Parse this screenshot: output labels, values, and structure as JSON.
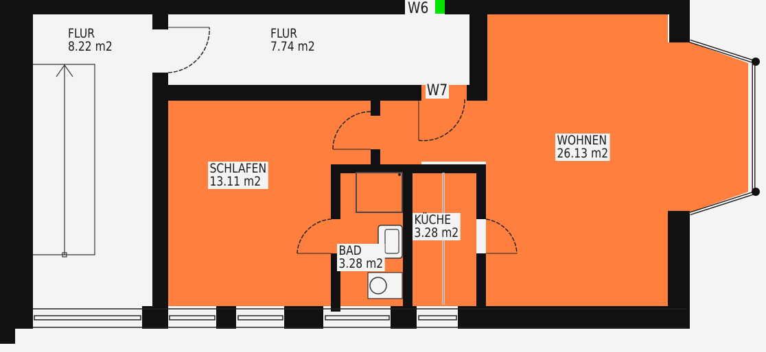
{
  "plan": {
    "colors": {
      "wall": "#111111",
      "room_fill": "#fe7f3e",
      "paper": "#f4f4f4",
      "marker_green": "#00e400"
    },
    "rooms": [
      {
        "id": "flur1",
        "name": "FLUR",
        "area": "8.22 m2"
      },
      {
        "id": "flur2",
        "name": "FLUR",
        "area": "7.74 m2"
      },
      {
        "id": "schlafen",
        "name": "SCHLAFEN",
        "area": "13.11 m2"
      },
      {
        "id": "wohnen",
        "name": "WOHNEN",
        "area": "26.13 m2"
      },
      {
        "id": "kueche",
        "name": "KÜCHE",
        "area": "3.28 m2"
      },
      {
        "id": "bad",
        "name": "BAD",
        "area": "3.28 m2"
      }
    ],
    "markers": [
      {
        "id": "w6",
        "label": "W6"
      },
      {
        "id": "w7",
        "label": "W7"
      }
    ]
  }
}
